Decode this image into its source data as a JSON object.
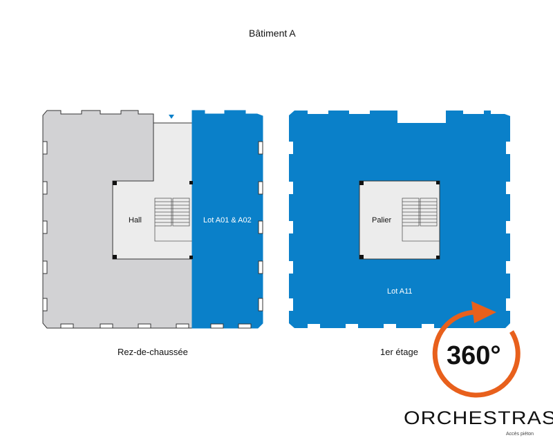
{
  "title": "Bâtiment A",
  "colors": {
    "lot": "#0a80c9",
    "common": "#ececec",
    "unavailable": "#d2d2d4",
    "accent": "#e8601c"
  },
  "floors": [
    {
      "name": "Rez-de-chaussée",
      "rooms": [
        "Hall",
        "Lot A01 & A02"
      ]
    },
    {
      "name": "1er étage",
      "rooms": [
        "Palier",
        "Lot A11"
      ]
    }
  ],
  "badge_360": "360°",
  "logo": {
    "brand": "ORCHESTRAS",
    "caption": "Accès piéton"
  }
}
